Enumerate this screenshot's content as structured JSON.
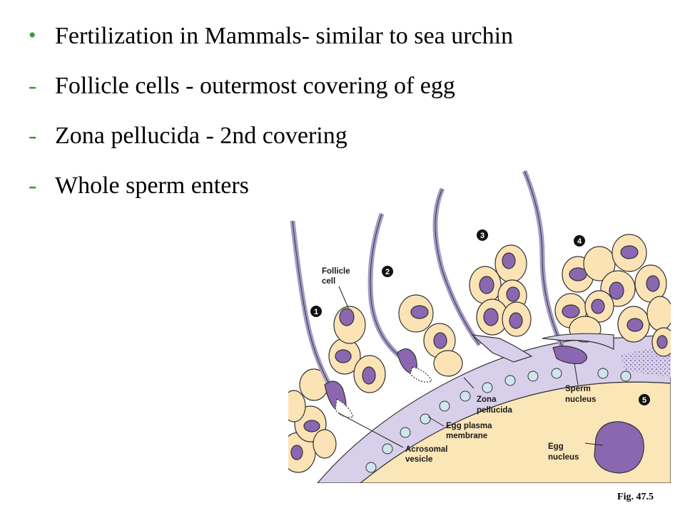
{
  "slide": {
    "bullets": [
      {
        "marker": "•",
        "text": "Fertilization in Mammals- similar to sea urchin"
      },
      {
        "marker": "-",
        "text": "Follicle cells - outermost covering of egg"
      },
      {
        "marker": "-",
        "text": "Zona pellucida - 2nd covering"
      },
      {
        "marker": "-",
        "text": "Whole sperm enters"
      }
    ],
    "figure_label": "Fig. 47.5"
  },
  "figure": {
    "labels": {
      "follicle_cell_line1": "Follicle",
      "follicle_cell_line2": "cell",
      "zona_line1": "Zona",
      "zona_line2": "pellucida",
      "plasma_line1": "Egg plasma",
      "plasma_line2": "membrane",
      "acrosomal_line1": "Acrosomal",
      "acrosomal_line2": "vesicle",
      "sperm_nucleus_line1": "Sperm",
      "sperm_nucleus_line2": "nucleus",
      "egg_nucleus_line1": "Egg",
      "egg_nucleus_line2": "nucleus"
    },
    "steps": [
      "1",
      "2",
      "3",
      "4",
      "5"
    ]
  },
  "colors": {
    "bullet_marker": "#3a9a35",
    "follicle_cell": "#fbe3b5",
    "nucleus": "#8a67b0",
    "zona_pellucida": "#d8d0ea",
    "egg_cytoplasm": "#fbe6b8",
    "sperm_tail": "#a59ac8"
  }
}
